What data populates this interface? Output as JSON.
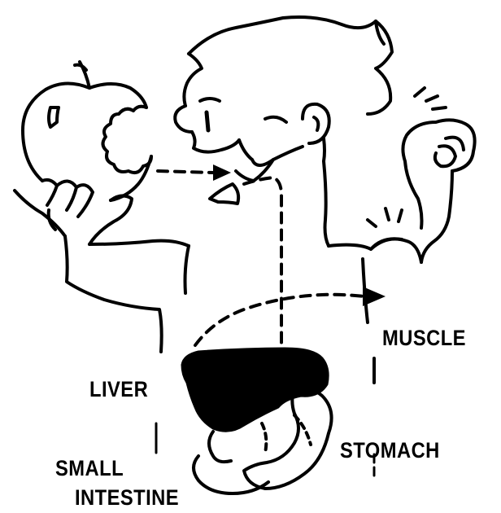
{
  "labels": {
    "muscle": "MUSCLE",
    "liver": "LIVER",
    "stomach": "STOMACH",
    "small_intestine_line1": "SMALL",
    "small_intestine_line2": "INTESTINE"
  },
  "colors": {
    "ink": "#000000",
    "background": "#ffffff"
  }
}
